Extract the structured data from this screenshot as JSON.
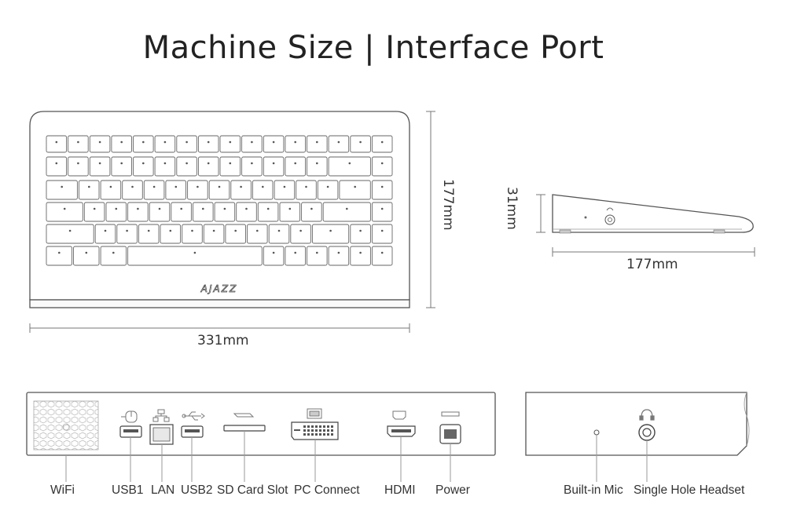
{
  "title": "Machine Size | Interface Port",
  "dimensions": {
    "width": "331mm",
    "depth": "177mm",
    "side_depth": "177mm",
    "height": "31mm"
  },
  "brand_logo": "AJAZZ",
  "ports": {
    "wifi": "WiFi",
    "usb1": "USB1",
    "lan": "LAN",
    "usb2": "USB2",
    "sd": "SD Card Slot",
    "pc": "PC Connect",
    "hdmi": "HDMI",
    "power": "Power",
    "mic": "Built-in Mic",
    "headset": "Single Hole Headset"
  },
  "icons": {
    "usb1": "usb-mouse-icon",
    "lan": "network-icon",
    "usb2": "usb-icon",
    "sd": "sd-card-icon",
    "pc": "monitor-icon",
    "hdmi": "hdmi-icon",
    "power": "power-icon",
    "headset": "headphone-icon"
  }
}
